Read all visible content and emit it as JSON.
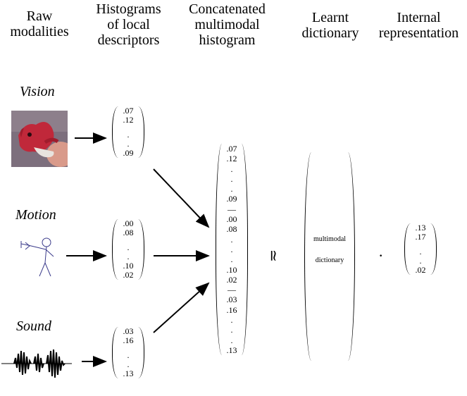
{
  "headers": {
    "raw": [
      "Raw",
      "modalities"
    ],
    "hist": [
      "Histograms",
      "of local",
      "descriptors"
    ],
    "concat": [
      "Concatenated",
      "multimodal",
      "histogram"
    ],
    "dict": [
      "Learnt",
      "dictionary"
    ],
    "internal": [
      "Internal",
      "representation"
    ]
  },
  "modalities": {
    "vision": "Vision",
    "motion": "Motion",
    "sound": "Sound"
  },
  "vectors": {
    "vision": [
      ".07",
      ".12",
      ".",
      ".",
      ".09"
    ],
    "motion": [
      ".00",
      ".08",
      ".",
      ".",
      ".10",
      ".02"
    ],
    "sound": [
      ".03",
      ".16",
      ".",
      ".",
      ".13"
    ],
    "concat": [
      ".07",
      ".12",
      ".",
      ".",
      ".",
      ".09",
      "—",
      ".00",
      ".08",
      ".",
      ".",
      ".",
      ".10",
      ".02",
      "—",
      ".03",
      ".16",
      ".",
      ".",
      ".",
      ".13"
    ],
    "internal": [
      ".13",
      ".17",
      ".",
      ".",
      ".02"
    ]
  },
  "symbols": {
    "approx": "≃",
    "dot": "·"
  },
  "dictionary": [
    "multimodal",
    "dictionary"
  ],
  "colors": {
    "toy_red": "#c0283a",
    "photo_bg": "#8a7a8a",
    "stick_figure": "#3a3a8a"
  }
}
